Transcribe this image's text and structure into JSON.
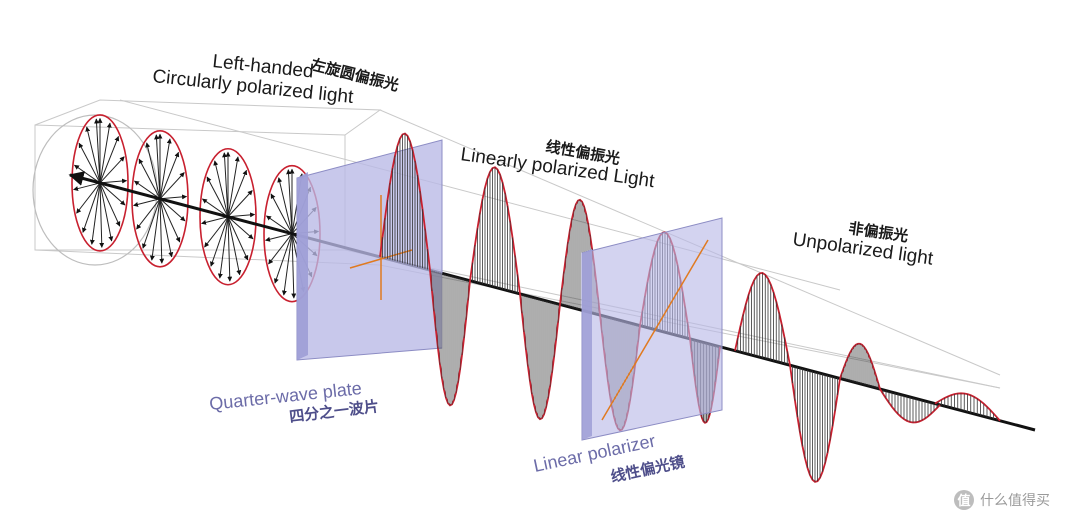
{
  "labels": {
    "circular_en_1": "Left-handed",
    "circular_en_2": "Circularly polarized light",
    "circular_cn": "左旋圆偏振光",
    "linear_cn": "线性偏振光",
    "linear_en": "Linearly polarized Light",
    "unpolarized_cn": "非偏振光",
    "unpolarized_en": "Unpolarized light",
    "quarter_en": "Quarter-wave plate",
    "quarter_cn": "四分之一波片",
    "polarizer_en": "Linear polarizer",
    "polarizer_cn": "线性偏光镜"
  },
  "watermark": {
    "icon": "value-badge-icon",
    "text": "什么值得买"
  },
  "colors": {
    "wave": "#c8202f",
    "plate": "#b8b8e6",
    "plate_edge": "#8c8cc4",
    "axis_marker": "#e07a20"
  }
}
